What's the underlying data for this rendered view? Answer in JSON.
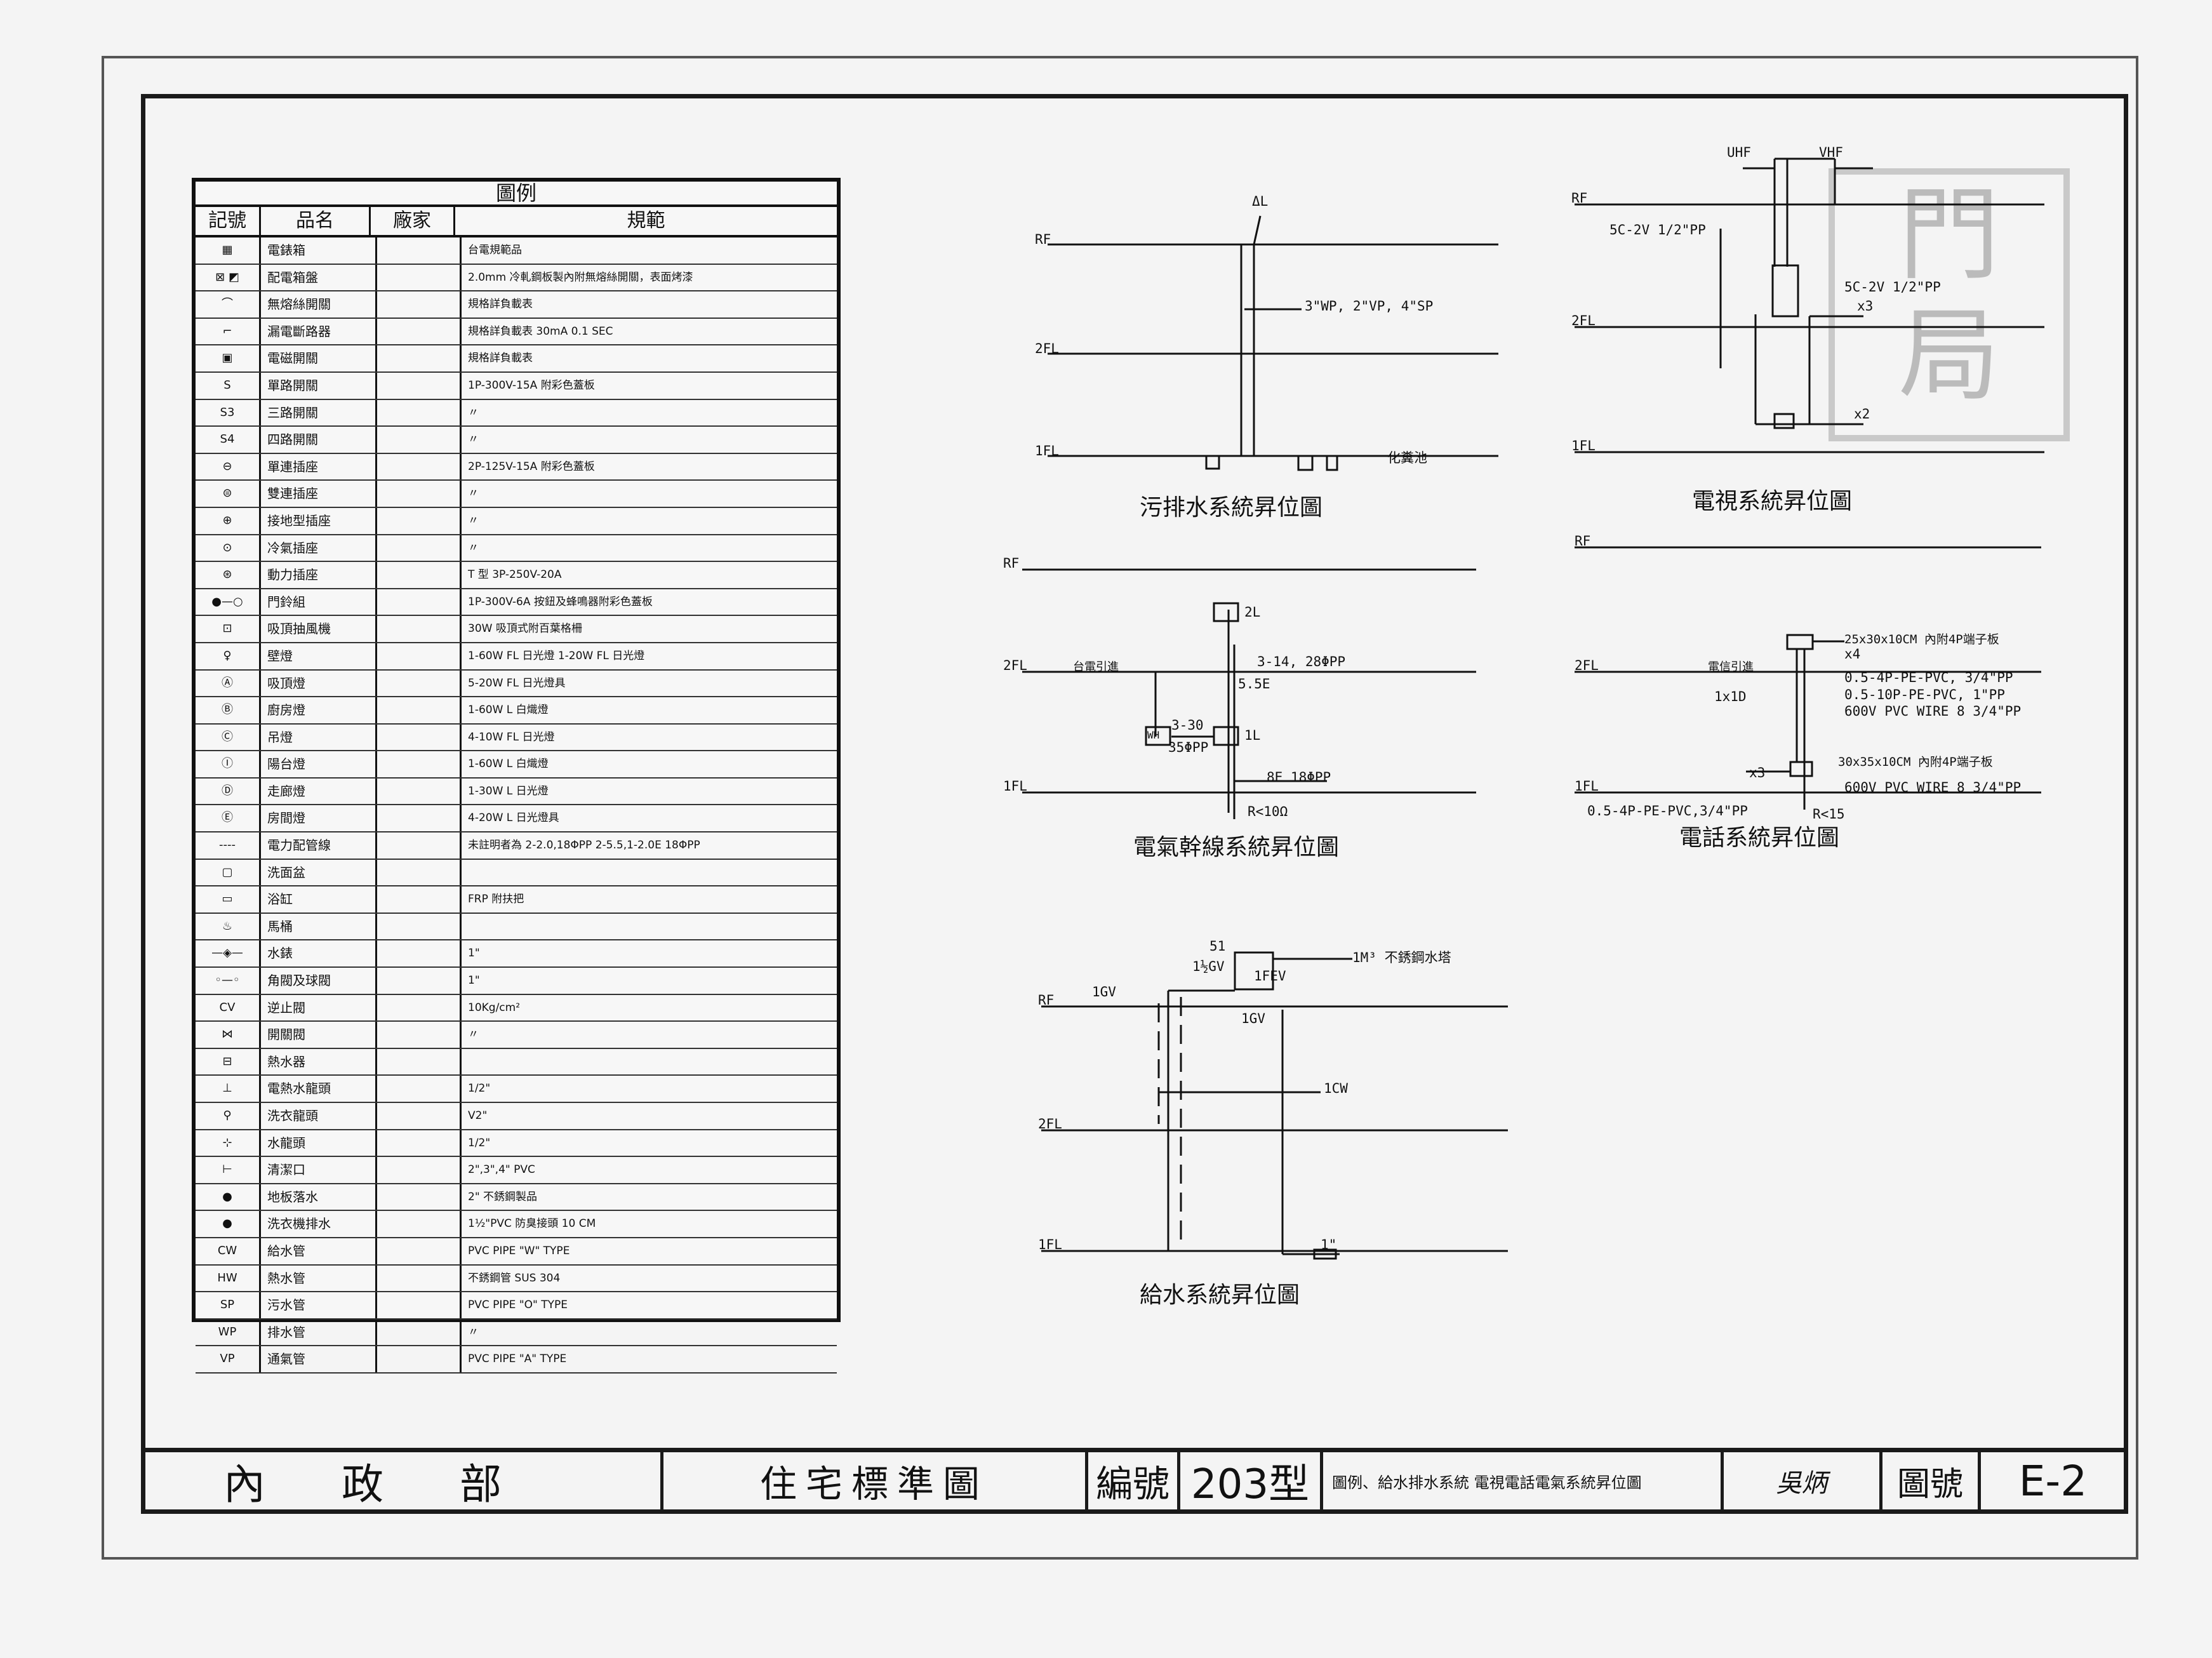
{
  "legend": {
    "title": "圖例",
    "headers": {
      "symbol": "記號",
      "name": "品名",
      "unit": "廠家",
      "spec": "規範"
    },
    "rows": [
      {
        "sym": "▦",
        "name": "電錶箱",
        "spec": "台電規範品"
      },
      {
        "sym": "⊠ ◩",
        "name": "配電箱盤",
        "spec": "2.0mm 冷軋鋼板製內附無熔絲開關，表面烤漆"
      },
      {
        "sym": "⌒",
        "name": "無熔絲開關",
        "spec": "規格詳負載表"
      },
      {
        "sym": "⌐",
        "name": "漏電斷路器",
        "spec": "規格詳負載表 30mA 0.1 SEC"
      },
      {
        "sym": "▣",
        "name": "電磁開關",
        "spec": "規格詳負載表"
      },
      {
        "sym": "S",
        "name": "單路開關",
        "spec": "1P-300V-15A 附彩色蓋板"
      },
      {
        "sym": "S3",
        "name": "三路開關",
        "spec": "〃"
      },
      {
        "sym": "S4",
        "name": "四路開關",
        "spec": "〃"
      },
      {
        "sym": "⊖",
        "name": "單連插座",
        "spec": "2P-125V-15A 附彩色蓋板"
      },
      {
        "sym": "⊜",
        "name": "雙連插座",
        "spec": "〃"
      },
      {
        "sym": "⊕",
        "name": "接地型插座",
        "spec": "〃"
      },
      {
        "sym": "⊙",
        "name": "冷氣插座",
        "spec": "〃"
      },
      {
        "sym": "⊛",
        "name": "動力插座",
        "spec": "T 型 3P-250V-20A"
      },
      {
        "sym": "●—○",
        "name": "門鈴組",
        "spec": "1P-300V-6A 按鈕及蜂鳴器附彩色蓋板"
      },
      {
        "sym": "⊡",
        "name": "吸頂抽風機",
        "spec": "30W 吸頂式附百葉格柵"
      },
      {
        "sym": "♀",
        "name": "壁燈",
        "spec": "1-60W FL 日光燈 1-20W FL 日光燈"
      },
      {
        "sym": "Ⓐ",
        "name": "吸頂燈",
        "spec": "5-20W FL 日光燈具"
      },
      {
        "sym": "Ⓑ",
        "name": "廚房燈",
        "spec": "1-60W L 白熾燈"
      },
      {
        "sym": "Ⓒ",
        "name": "吊燈",
        "spec": "4-10W FL 日光燈"
      },
      {
        "sym": "Ⓘ",
        "name": "陽台燈",
        "spec": "1-60W L 白熾燈"
      },
      {
        "sym": "Ⓓ",
        "name": "走廊燈",
        "spec": "1-30W L 日光燈"
      },
      {
        "sym": "Ⓔ",
        "name": "房間燈",
        "spec": "4-20W L 日光燈具"
      },
      {
        "sym": "----",
        "name": "電力配管線",
        "spec": "未註明者為 2-2.0,18ΦPP 2-5.5,1-2.0E 18ΦPP"
      },
      {
        "sym": "▢",
        "name": "洗面盆",
        "spec": ""
      },
      {
        "sym": "▭",
        "name": "浴缸",
        "spec": "FRP 附扶把"
      },
      {
        "sym": "♨",
        "name": "馬桶",
        "spec": ""
      },
      {
        "sym": "—◈—",
        "name": "水錶",
        "spec": "1\""
      },
      {
        "sym": "◦—◦",
        "name": "角閥及球閥",
        "spec": "1\""
      },
      {
        "sym": "CV",
        "name": "逆止閥",
        "spec": "10Kg/cm²"
      },
      {
        "sym": "⋈",
        "name": "開關閥",
        "spec": "〃"
      },
      {
        "sym": "⊟",
        "name": "熱水器",
        "spec": ""
      },
      {
        "sym": "⊥",
        "name": "電熱水龍頭",
        "spec": "1/2\""
      },
      {
        "sym": "⚲",
        "name": "洗衣龍頭",
        "spec": "V2\""
      },
      {
        "sym": "⊹",
        "name": "水龍頭",
        "spec": "1/2\""
      },
      {
        "sym": "⊢",
        "name": "清潔口",
        "spec": "2\",3\",4\" PVC"
      },
      {
        "sym": "●",
        "name": "地板落水",
        "spec": "2\" 不銹鋼製品"
      },
      {
        "sym": "●",
        "name": "洗衣機排水",
        "spec": "1½\"PVC 防臭接頭 10 CM"
      },
      {
        "sym": "CW",
        "name": "給水管",
        "spec": "PVC PIPE \"W\" TYPE"
      },
      {
        "sym": "HW",
        "name": "熱水管",
        "spec": "不銹鋼管 SUS 304"
      },
      {
        "sym": "SP",
        "name": "污水管",
        "spec": "PVC PIPE \"O\" TYPE"
      },
      {
        "sym": "WP",
        "name": "排水管",
        "spec": "〃"
      },
      {
        "sym": "VP",
        "name": "通氣管",
        "spec": "PVC PIPE \"A\" TYPE"
      }
    ]
  },
  "diagrams": {
    "sewage": {
      "caption": "污排水系統昇位圖",
      "rf": "RF",
      "f2": "2FL",
      "f1": "1FL",
      "vent": "ΔL",
      "pipe": "3\"WP, 2\"VP, 4\"SP",
      "outlet": "化糞池"
    },
    "tv": {
      "caption": "電視系統昇位圖",
      "rf": "RF",
      "f2": "2FL",
      "f1": "1FL",
      "uhf": "UHF",
      "vhf": "VHF",
      "cable1": "5C-2V 1/2\"PP",
      "cable2": "5C-2V 1/2\"PP",
      "x3": "x3",
      "x2": "x2"
    },
    "power": {
      "caption": "電氣幹線系統昇位圖",
      "rf": "RF",
      "f2": "2FL",
      "f1": "1FL",
      "p2l": "2L",
      "p1l": "1L",
      "meter": "WH",
      "feeder1": "3-14, 28ΦPP",
      "feeder2": "5.5E",
      "meterline": "3-30",
      "meterpipe": "35ΦPP",
      "ground": "8E 18ΦPP",
      "resist": "R<10Ω",
      "source": "台電引進"
    },
    "phone": {
      "caption": "電話系統昇位圖",
      "rf": "RF",
      "f2": "2FL",
      "f1": "1FL",
      "box1": "25x30x10CM 內附4P端子板",
      "x4": "x4",
      "cable1": "0.5-4P-PE-PVC, 3/4\"PP",
      "cable2": "0.5-10P-PE-PVC, 1\"PP",
      "wire1": "600V PVC WIRE 8 3/4\"PP",
      "box2": "30x35x10CM 內附4P端子板",
      "wire2": "600V PVC WIRE 8 3/4\"PP",
      "cable3": "0.5-4P-PE-PVC,3/4\"PP",
      "resist": "R<15",
      "x3": "x3",
      "src": "電信引進",
      "lead": "1x1D"
    },
    "water": {
      "caption": "給水系統昇位圖",
      "rf": "RF",
      "f2": "2FL",
      "f1": "1FL",
      "gv": "1GV",
      "gv15": "1½GV",
      "tank": "1M³ 不銹鋼水塔",
      "cw": "1CW",
      "fev": "1FEV",
      "gv16": "1GV",
      "size": "1\"",
      "n51": "51"
    }
  },
  "titleblock": {
    "org": "內政部",
    "name": "住宅標準圖",
    "num_label": "編號",
    "num": "203型",
    "desc": "圖例、給水排水系統 電視電話電氣系統昇位圖",
    "sign": "吳炳",
    "drawing_label": "圖號",
    "drawing": "E-2"
  }
}
